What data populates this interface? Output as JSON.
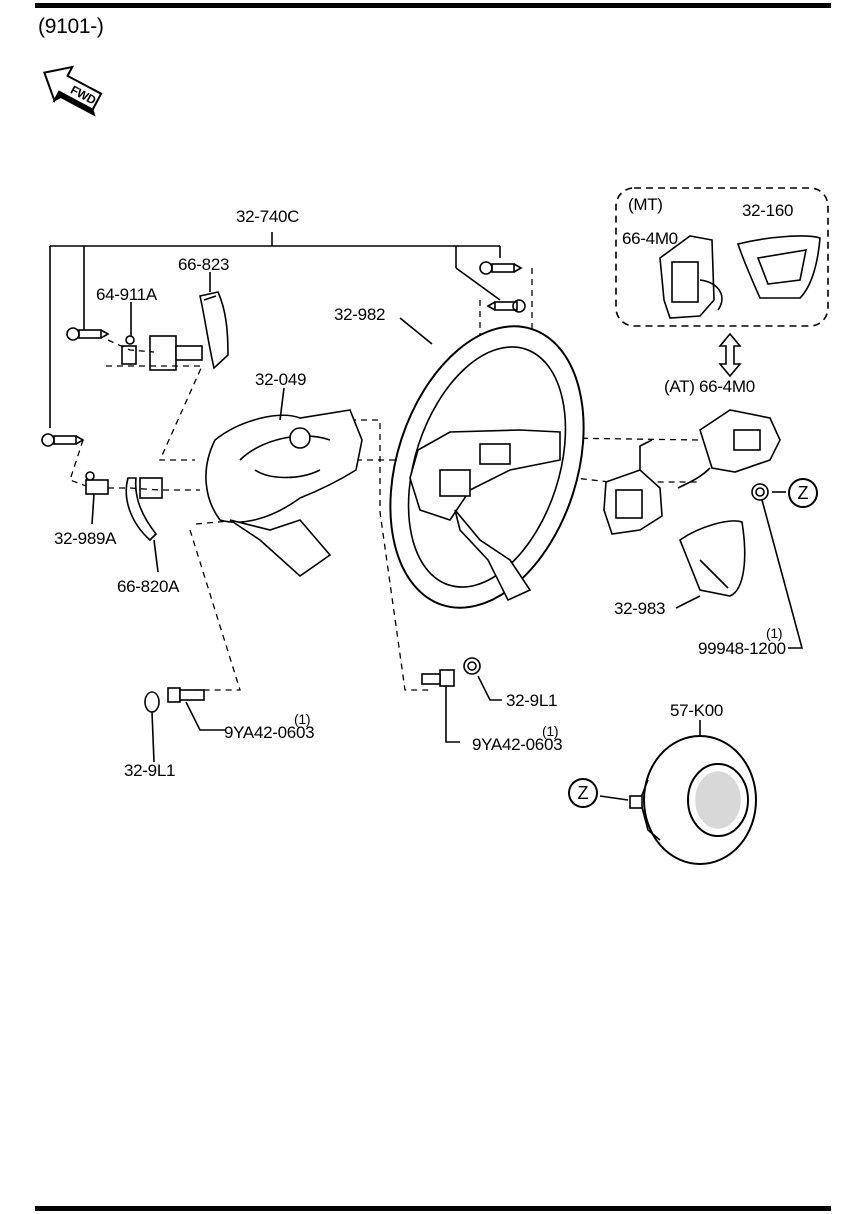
{
  "header": {
    "code": "(9101-)",
    "fwd": "FWD"
  },
  "labels": {
    "p_32_740C": "32-740C",
    "p_66_823": "66-823",
    "p_64_911A": "64-911A",
    "p_32_982": "32-982",
    "p_32_049": "32-049",
    "p_32_989A": "32-989A",
    "p_66_820A": "66-820A",
    "p_32_9L1_left": "32-9L1",
    "p_9YA42_left": "9YA42-0603",
    "p_9YA42_left_qty": "(1)",
    "p_32_9L1_mid": "32-9L1",
    "p_9YA42_mid": "9YA42-0603",
    "p_9YA42_mid_qty": "(1)",
    "p_mt": "(MT)",
    "p_66_4M0_mt": "66-4M0",
    "p_32_160": "32-160",
    "p_66_4M0_at": "(AT) 66-4M0",
    "p_32_983": "32-983",
    "p_99948": "99948-1200",
    "p_99948_qty": "(1)",
    "p_57_K00": "57-K00",
    "z_ref_1": "Z",
    "z_ref_2": "Z"
  }
}
